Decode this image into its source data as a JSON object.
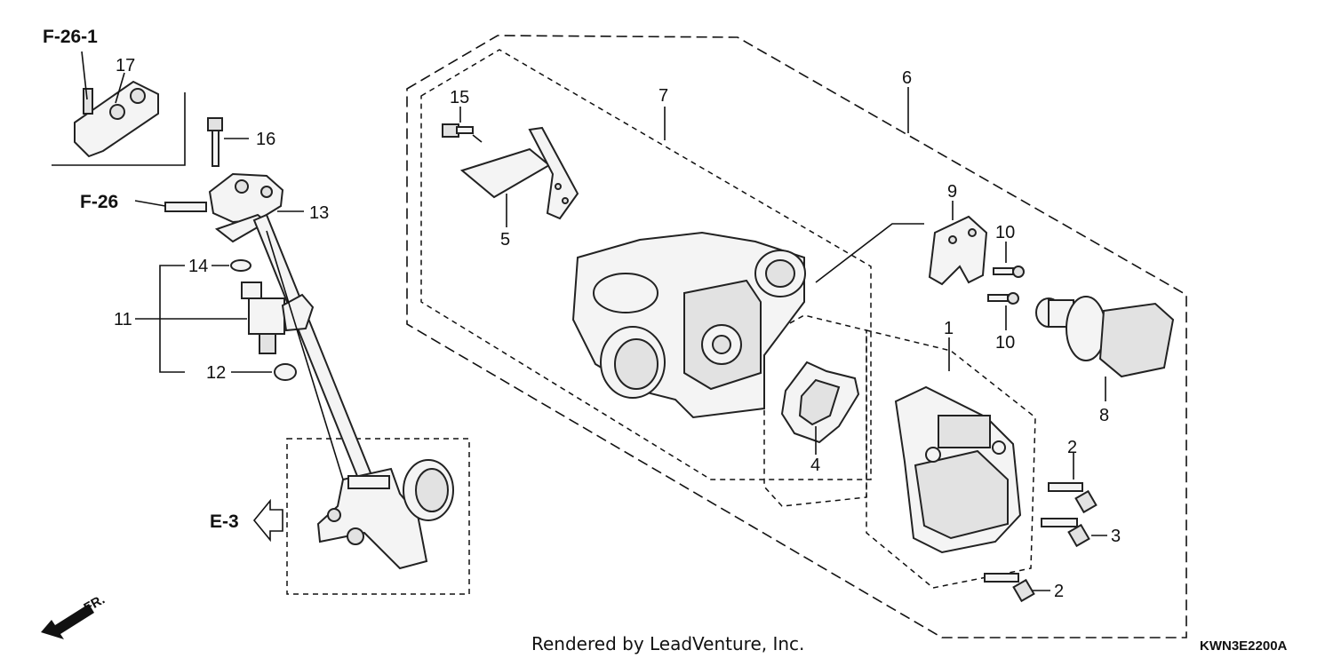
{
  "diagram": {
    "refs": {
      "f26_1": "F-26-1",
      "f26": "F-26",
      "e3": "E-3",
      "fr": "FR."
    },
    "callouts": {
      "p1": "1",
      "p2a": "2",
      "p2b": "2",
      "p3": "3",
      "p4": "4",
      "p5": "5",
      "p6": "6",
      "p7": "7",
      "p8": "8",
      "p9": "9",
      "p10a": "10",
      "p10b": "10",
      "p11": "11",
      "p12": "12",
      "p13": "13",
      "p14": "14",
      "p15": "15",
      "p16": "16",
      "p17": "17"
    },
    "credit": "Rendered by LeadVenture, Inc.",
    "code": "KWN3E2200A"
  }
}
